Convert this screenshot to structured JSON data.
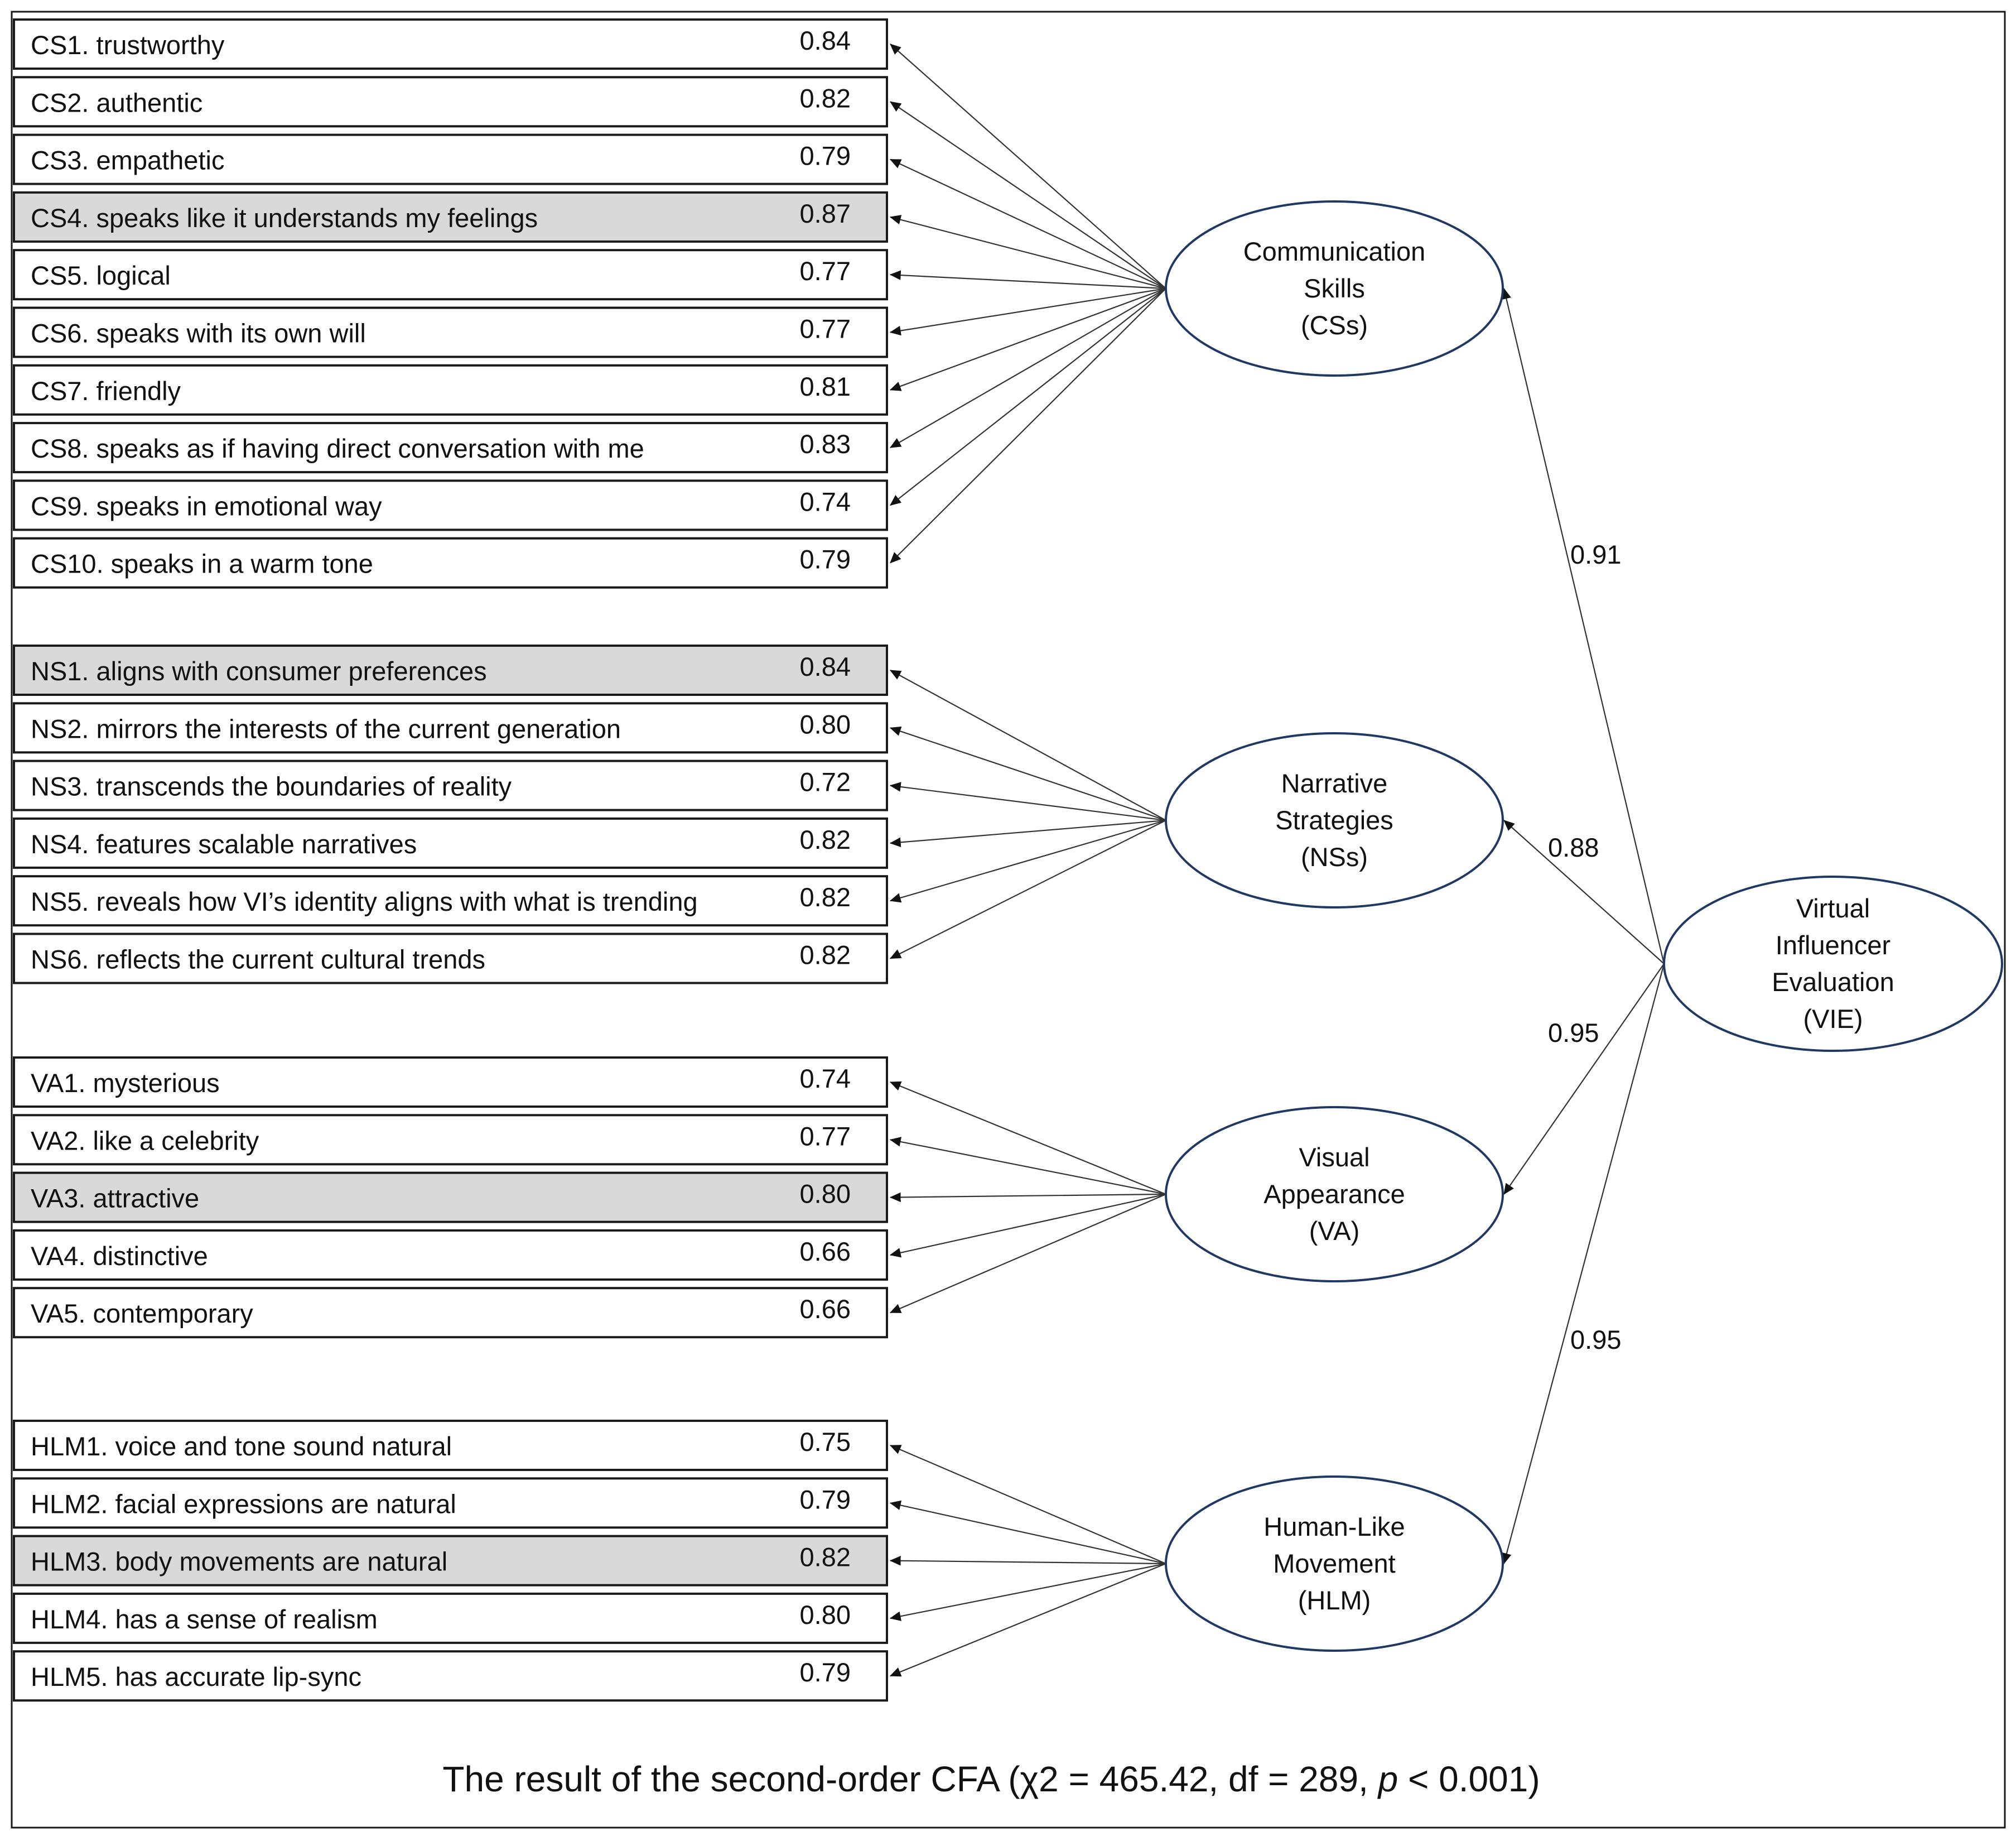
{
  "caption": {
    "prefix": "The result of the second-order CFA  (χ2 = 465.42, df = 289, ",
    "p": "p",
    "suffix": " < 0.001)"
  },
  "second_order": {
    "label": [
      "Virtual",
      "Influencer",
      "Evaluation",
      "(VIE)"
    ],
    "paths": [
      {
        "to": "cs",
        "loading": "0.91"
      },
      {
        "to": "ns",
        "loading": "0.88"
      },
      {
        "to": "va",
        "loading": "0.95"
      },
      {
        "to": "hlm",
        "loading": "0.95"
      }
    ]
  },
  "factors": [
    {
      "id": "cs",
      "label": [
        "Communication",
        "Skills",
        "(CSs)"
      ],
      "items": [
        {
          "text": "CS1. trustworthy",
          "loading": "0.84",
          "shaded": false
        },
        {
          "text": "CS2. authentic",
          "loading": "0.82",
          "shaded": false
        },
        {
          "text": "CS3. empathetic",
          "loading": "0.79",
          "shaded": false
        },
        {
          "text": "CS4. speaks like it understands my feelings",
          "loading": "0.87",
          "shaded": true
        },
        {
          "text": "CS5. logical",
          "loading": "0.77",
          "shaded": false
        },
        {
          "text": "CS6. speaks with its own will",
          "loading": "0.77",
          "shaded": false
        },
        {
          "text": "CS7. friendly",
          "loading": "0.81",
          "shaded": false
        },
        {
          "text": "CS8. speaks as if having direct conversation with me",
          "loading": "0.83",
          "shaded": false
        },
        {
          "text": "CS9. speaks in emotional way",
          "loading": "0.74",
          "shaded": false
        },
        {
          "text": "CS10. speaks in a warm tone",
          "loading": "0.79",
          "shaded": false
        }
      ]
    },
    {
      "id": "ns",
      "label": [
        "Narrative",
        "Strategies",
        "(NSs)"
      ],
      "items": [
        {
          "text": "NS1. aligns with consumer preferences",
          "loading": "0.84",
          "shaded": true
        },
        {
          "text": "NS2. mirrors the interests of the current generation",
          "loading": "0.80",
          "shaded": false
        },
        {
          "text": "NS3. transcends the boundaries of reality",
          "loading": "0.72",
          "shaded": false
        },
        {
          "text": "NS4. features scalable narratives",
          "loading": "0.82",
          "shaded": false
        },
        {
          "text": "NS5. reveals how VI’s identity aligns with what is trending",
          "loading": "0.82",
          "shaded": false
        },
        {
          "text": "NS6. reflects the current cultural trends",
          "loading": "0.82",
          "shaded": false
        }
      ]
    },
    {
      "id": "va",
      "label": [
        "Visual",
        "Appearance",
        "(VA)"
      ],
      "items": [
        {
          "text": "VA1. mysterious",
          "loading": "0.74",
          "shaded": false
        },
        {
          "text": "VA2. like a celebrity",
          "loading": "0.77",
          "shaded": false
        },
        {
          "text": "VA3. attractive",
          "loading": "0.80",
          "shaded": true
        },
        {
          "text": "VA4. distinctive",
          "loading": "0.66",
          "shaded": false
        },
        {
          "text": "VA5. contemporary",
          "loading": "0.66",
          "shaded": false
        }
      ]
    },
    {
      "id": "hlm",
      "label": [
        "Human-Like",
        "Movement",
        "(HLM)"
      ],
      "items": [
        {
          "text": "HLM1. voice and tone sound natural",
          "loading": "0.75",
          "shaded": false
        },
        {
          "text": "HLM2. facial expressions are natural",
          "loading": "0.79",
          "shaded": false
        },
        {
          "text": "HLM3. body movements are natural",
          "loading": "0.82",
          "shaded": true
        },
        {
          "text": "HLM4. has a sense of realism",
          "loading": "0.80",
          "shaded": false
        },
        {
          "text": "HLM5. has accurate lip-sync",
          "loading": "0.79",
          "shaded": false
        }
      ]
    }
  ]
}
